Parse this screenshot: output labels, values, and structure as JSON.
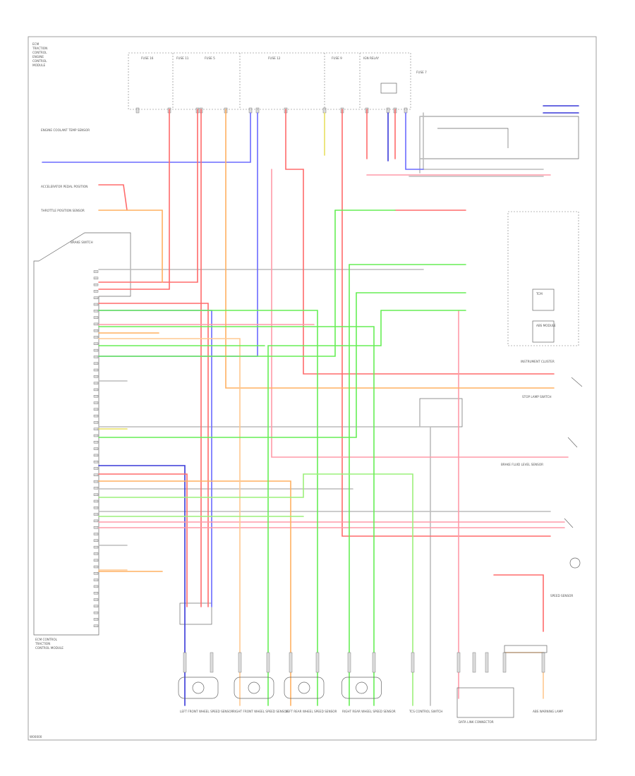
{
  "colors": {
    "red": "#ff6b6b",
    "pink": "#ff9aa8",
    "orange": "#ffb060",
    "lightorange": "#ffc890",
    "green": "#66ee55",
    "lightgreen": "#9cf07a",
    "blue": "#6a6aff",
    "darkblue": "#3838d8",
    "yellow": "#e8e060",
    "gray": "#bcbcbc"
  },
  "ecm_header_lines": [
    "ECM",
    "TRACTION",
    "CONTROL",
    "ENGINE",
    "CONTROL",
    "MODULE"
  ],
  "ecm_footer_lines": [
    "ECM CONTROL",
    "TRACTION",
    "CONTROL MODULE"
  ],
  "left_components": [
    "ENGINE COOLANT TEMP SENSOR",
    "ACCELERATOR PEDAL POSITION",
    "THROTTLE POSITION SENSOR",
    "BRAKE SWITCH"
  ],
  "top_components": [
    "FUSE 16",
    "FUSE 11",
    "FUSE 5",
    "FUSE 12",
    "FUSE 9",
    "IGN RELAY",
    "FUSE 7"
  ],
  "right_components": [
    "INSTRUMENT CLUSTER",
    "STOP LAMP SWITCH",
    "BRAKE FLUID LEVEL SENSOR",
    "TCM",
    "ABS MODULE",
    "SPEED SENSOR"
  ],
  "bottom_components": [
    "LEFT FRONT WHEEL SPEED SENSOR",
    "RIGHT FRONT WHEEL SPEED SENSOR",
    "LEFT REAR WHEEL SPEED SENSOR",
    "RIGHT REAR WHEEL SPEED SENSOR",
    "TCS CONTROL SWITCH",
    "DATA LINK CONNECTOR",
    "ABS WARNING LAMP"
  ],
  "page_code": "W00000"
}
